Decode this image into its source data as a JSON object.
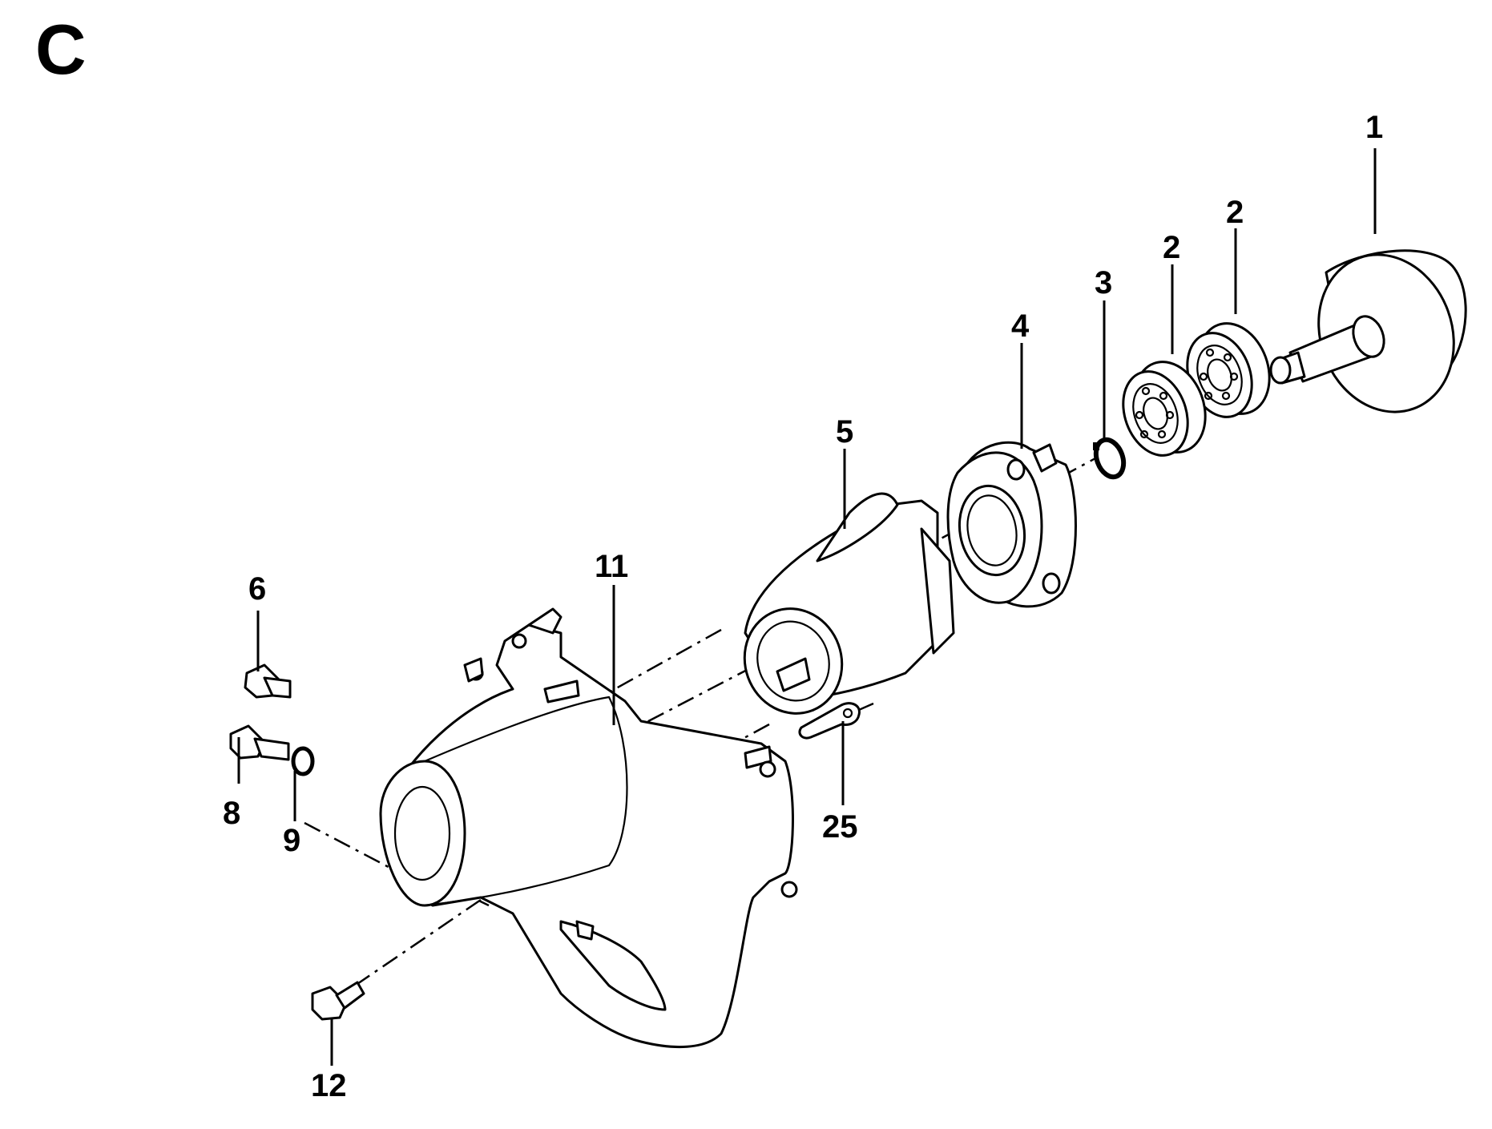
{
  "section_letter": "C",
  "callouts": {
    "p1": "1",
    "p2a": "2",
    "p2b": "2",
    "p3": "3",
    "p4": "4",
    "p5": "5",
    "p6": "6",
    "p8": "8",
    "p9": "9",
    "p11": "11",
    "p12": "12",
    "p25": "25"
  }
}
